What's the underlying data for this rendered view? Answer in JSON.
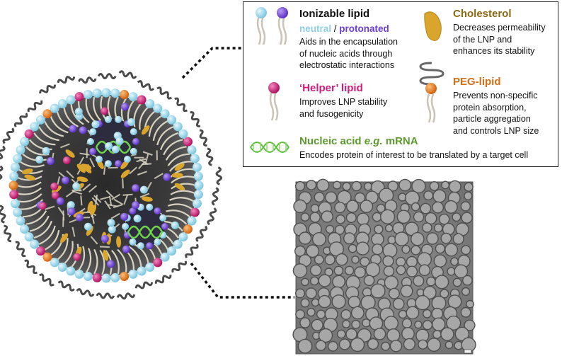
{
  "colors": {
    "lipid_head_neutral": "#9fd8ea",
    "lipid_head_protonated": "#7040d8",
    "helper_head": "#d81b7a",
    "peg_head": "#e87a1e",
    "cholesterol": "#d9a52c",
    "nucleic_acid": "#6fd44a",
    "peg_chain": "#4a4a4a",
    "tail": "#d8d3c2"
  },
  "legend": {
    "ionizable": {
      "title": "Ionizable lipid",
      "neutral": "neutral",
      "separator": " / ",
      "protonated": "protonated",
      "description": [
        "Aids in the encapsulation",
        "of nucleic acids through",
        "electrostatic interactions"
      ]
    },
    "cholesterol": {
      "title": "Cholesterol",
      "description": [
        "Decreases permeability",
        "of the LNP and",
        "enhances its stability"
      ]
    },
    "helper": {
      "title": "‘Helper’ lipid",
      "description": [
        "Improves LNP stability",
        "and fusogenicity"
      ]
    },
    "peg": {
      "title": "PEG-lipid",
      "description": [
        "Prevents non-specific",
        "protein absorption,",
        "particle aggregation",
        "and controls LNP size"
      ]
    },
    "nucleic": {
      "title_prefix": "Nucleic acid ",
      "title_italic": "e.g.",
      "title_suffix": " mRNA",
      "description": "Encodes protein of interest to be translated by a target cell"
    }
  },
  "micrograph": {
    "scale_bar_label": ""
  },
  "colors_text": {
    "ionizable_title": "#111111",
    "neutral": "#8fcfe6",
    "protonated": "#6a3fd6",
    "cholesterol_title": "#8a6a16",
    "helper_title": "#d31a78",
    "peg_title": "#d86f18",
    "nucleic_title": "#5c9a2e"
  }
}
